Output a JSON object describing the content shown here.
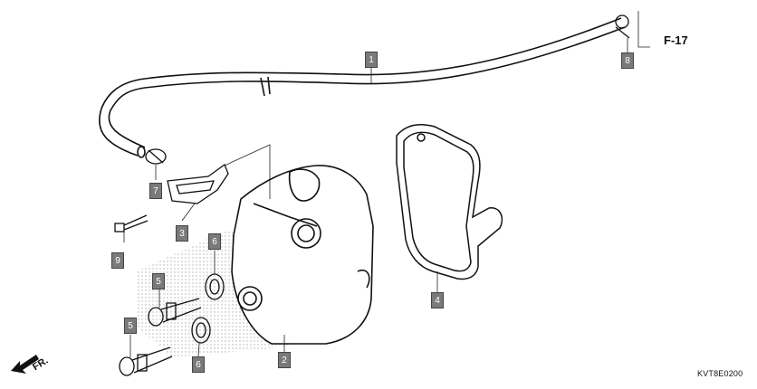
{
  "diagram": {
    "reference": "F-17",
    "front_marker": "FR.",
    "figure_code": "KVT8E0200",
    "callouts": [
      {
        "id": "c1",
        "label": "1"
      },
      {
        "id": "c2",
        "label": "2"
      },
      {
        "id": "c3",
        "label": "3"
      },
      {
        "id": "c4",
        "label": "4"
      },
      {
        "id": "c5a",
        "label": "5"
      },
      {
        "id": "c5b",
        "label": "5"
      },
      {
        "id": "c6a",
        "label": "6"
      },
      {
        "id": "c6b",
        "label": "6"
      },
      {
        "id": "c7",
        "label": "7"
      },
      {
        "id": "c8",
        "label": "8"
      },
      {
        "id": "c9",
        "label": "9"
      }
    ]
  }
}
